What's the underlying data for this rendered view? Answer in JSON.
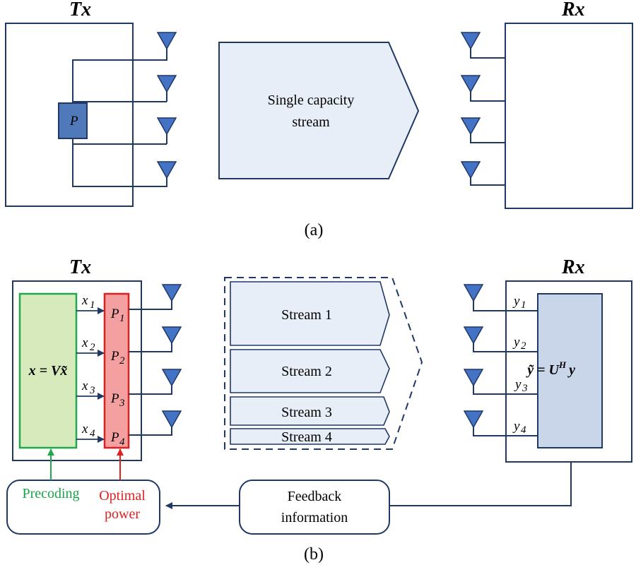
{
  "panel_a": {
    "tx_title": "Tx",
    "rx_title": "Rx",
    "p_label": "P",
    "stream_line1": "Single capacity",
    "stream_line2": "stream",
    "caption": "(a)"
  },
  "panel_b": {
    "tx_title": "Tx",
    "rx_title": "Rx",
    "precoder_eq": "x = Vx̃",
    "x_labels": [
      "x",
      "x",
      "x",
      "x"
    ],
    "x_subs": [
      "1",
      "2",
      "3",
      "4"
    ],
    "p_labels": [
      "P",
      "P",
      "P",
      "P"
    ],
    "p_subs": [
      "1",
      "2",
      "3",
      "4"
    ],
    "y_labels": [
      "y",
      "y",
      "y",
      "y"
    ],
    "y_subs": [
      "1",
      "2",
      "3",
      "4"
    ],
    "rx_eq": "ỹ = U",
    "rx_eq_sup": "H",
    "rx_eq_tail": "y",
    "streams": [
      "Stream 1",
      "Stream 2",
      "Stream 3",
      "Stream 4"
    ],
    "precoding_label": "Precoding",
    "optimal_line1": "Optimal",
    "optimal_line2": "power",
    "feedback_line1": "Feedback",
    "feedback_line2": "information",
    "caption": "(b)"
  },
  "colors": {
    "frame": "#1f3864",
    "antenna": "#4472c4",
    "p_box": "#4f79b9",
    "stream_fill": "#e8eef8",
    "precoder_fill": "#d6eabc",
    "precoder_stroke": "#22a84a",
    "power_fill": "#f4a0a0",
    "power_stroke": "#e02020",
    "rx_fill": "#c9d6ea",
    "green_text": "#1aa34a",
    "red_text": "#e02020"
  }
}
